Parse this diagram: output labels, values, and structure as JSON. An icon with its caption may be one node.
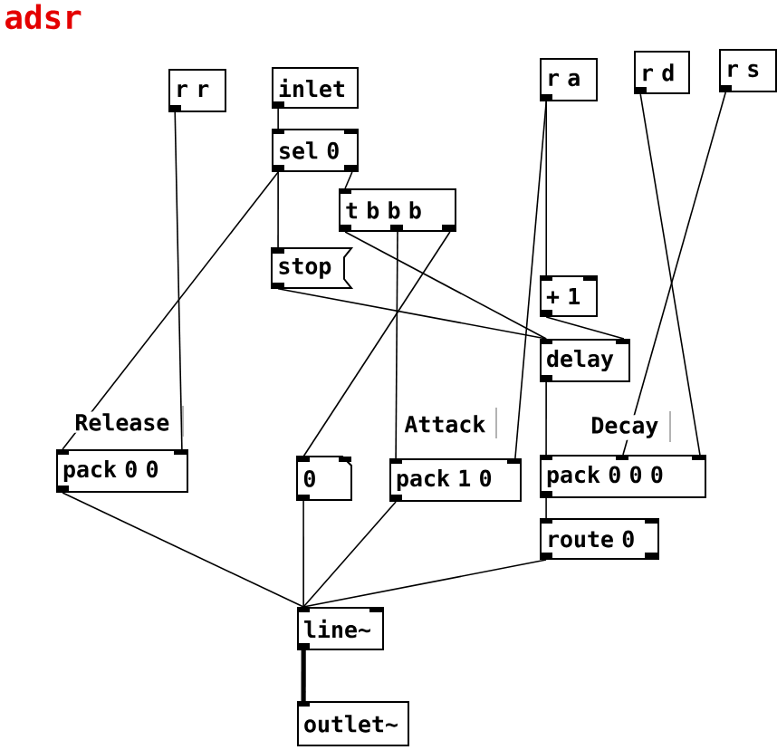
{
  "diagram": {
    "title": "adsr",
    "nodes": [
      {
        "text": [
          "r r"
        ]
      },
      {
        "text": [
          "inlet"
        ]
      },
      {
        "text": [
          "sel 0"
        ]
      },
      {
        "text": [
          "t b b b"
        ]
      },
      {
        "text": [
          "stop"
        ]
      },
      {
        "text": [
          "r a"
        ]
      },
      {
        "text": [
          "r d"
        ]
      },
      {
        "text": [
          "r s"
        ]
      },
      {
        "text": [
          "+ 1"
        ]
      },
      {
        "text": [
          "delay"
        ]
      },
      {
        "text": [
          "pack 0 0"
        ]
      },
      {
        "text": [
          "0"
        ]
      },
      {
        "text": [
          "pack 1 0"
        ]
      },
      {
        "text": [
          "pack 0 0 0"
        ]
      },
      {
        "text": [
          "route 0"
        ]
      },
      {
        "text": [
          "line~"
        ]
      },
      {
        "text": [
          "outlet~"
        ]
      }
    ],
    "edges": [
      {
        "from": 1,
        "to": 2,
        "arrow": "none"
      },
      {
        "from": 2,
        "to": 4,
        "arrow": "none"
      },
      {
        "from": 2,
        "to": 10,
        "arrow": "none"
      },
      {
        "from": 2,
        "to": 3,
        "arrow": "none"
      },
      {
        "from": 0,
        "to": 10,
        "arrow": "none"
      },
      {
        "from": 3,
        "to": 9,
        "arrow": "none"
      },
      {
        "from": 3,
        "to": 12,
        "arrow": "none"
      },
      {
        "from": 3,
        "to": 11,
        "arrow": "none"
      },
      {
        "from": 4,
        "to": 9,
        "arrow": "none"
      },
      {
        "from": 5,
        "to": 8,
        "arrow": "none"
      },
      {
        "from": 5,
        "to": 12,
        "arrow": "none"
      },
      {
        "from": 8,
        "to": 9,
        "arrow": "none"
      },
      {
        "from": 9,
        "to": 13,
        "arrow": "none"
      },
      {
        "from": 6,
        "to": 13,
        "arrow": "none"
      },
      {
        "from": 7,
        "to": 13,
        "arrow": "none"
      },
      {
        "from": 13,
        "to": 14,
        "arrow": "none"
      },
      {
        "from": 10,
        "to": 15,
        "arrow": "none"
      },
      {
        "from": 11,
        "to": 15,
        "arrow": "none"
      },
      {
        "from": 12,
        "to": 15,
        "arrow": "none"
      },
      {
        "from": 14,
        "to": 15,
        "arrow": "none"
      },
      {
        "from": 15,
        "to": 16,
        "arrow": "none",
        "style": "thick"
      }
    ],
    "labels": [
      "Release",
      "Attack",
      "Decay"
    ]
  }
}
